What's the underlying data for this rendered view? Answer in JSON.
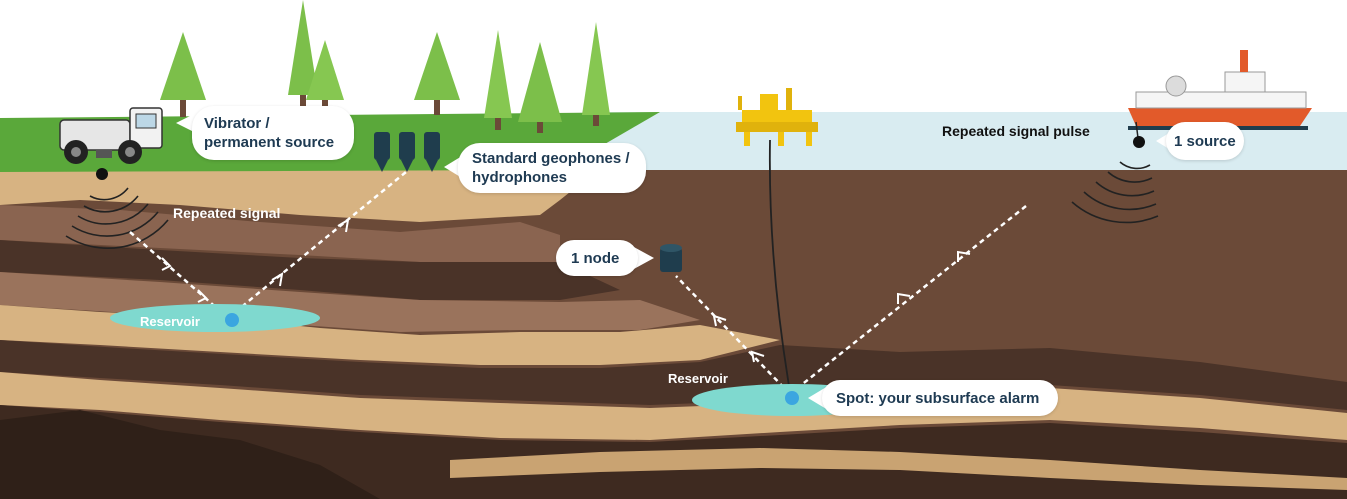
{
  "labels": {
    "vibrator_line1": "Vibrator /",
    "vibrator_line2": "permanent source",
    "geophones_line1": "Standard geophones /",
    "geophones_line2": "hydrophones",
    "repeated_signal": "Repeated signal",
    "reservoir_left": "Reservoir",
    "one_node": "1 node",
    "reservoir_right": "Reservoir",
    "spot_alarm": "Spot: your subsurface alarm",
    "repeated_signal_pulse": "Repeated signal pulse",
    "one_source": "1 source"
  },
  "colors": {
    "sky": "#ffffff",
    "sea": "#d9ecf1",
    "grass": "#5aa83a",
    "sand": "#d4b07e",
    "dark_rock": "#4a3328",
    "mid_rock": "#7a5a47",
    "reservoir": "#7fd9cf",
    "callout_text": "#1e3a52",
    "platform": "#f2c40f"
  }
}
